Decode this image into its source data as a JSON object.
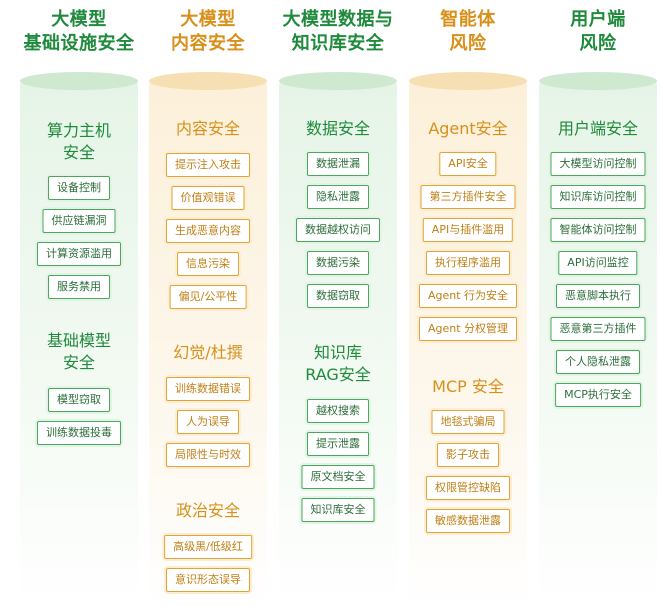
{
  "columns": [
    {
      "title": [
        "大模型",
        "基础设施安全"
      ],
      "color": "#1f8a3c",
      "sections": [
        {
          "title": [
            "算力主机",
            "安全"
          ],
          "items": [
            "设备控制",
            "供应链漏洞",
            "计算资源滥用",
            "服务禁用"
          ]
        },
        {
          "title": [
            "基础模型",
            "安全"
          ],
          "items": [
            "模型窃取",
            "训练数据投毒"
          ]
        }
      ]
    },
    {
      "title": [
        "大模型",
        "内容安全"
      ],
      "color": "#d8901a",
      "sections": [
        {
          "title": [
            "内容安全"
          ],
          "items": [
            "提示注入攻击",
            "价值观错误",
            "生成恶意内容",
            "信息污染",
            "偏见/公平性"
          ]
        },
        {
          "title": [
            "幻觉/杜撰"
          ],
          "items": [
            "训练数据错误",
            "人为误导",
            "局限性与时效"
          ]
        },
        {
          "title": [
            "政治安全"
          ],
          "items": [
            "高级黑/低级红",
            "意识形态误导"
          ]
        }
      ]
    },
    {
      "title": [
        "大模型数据与",
        "知识库安全"
      ],
      "color": "#1f8a3c",
      "sections": [
        {
          "title": [
            "数据安全"
          ],
          "items": [
            "数据泄漏",
            "隐私泄露",
            "数据越权访问",
            "数据污染",
            "数据窃取"
          ]
        },
        {
          "title": [
            "知识库",
            "RAG安全"
          ],
          "items": [
            "越权搜索",
            "提示泄露",
            "原文档安全",
            "知识库安全"
          ]
        }
      ]
    },
    {
      "title": [
        "智能体",
        "风险"
      ],
      "color": "#d8901a",
      "sections": [
        {
          "title": [
            "Agent安全"
          ],
          "items": [
            "API安全",
            "第三方插件安全",
            "API与插件滥用",
            "执行程序滥用",
            "Agent 行为安全",
            "Agent 分权管理"
          ]
        },
        {
          "title": [
            "MCP 安全"
          ],
          "items": [
            "地毯式骗局",
            "影子攻击",
            "权限管控缺陷",
            "敏感数据泄露"
          ]
        }
      ]
    },
    {
      "title": [
        "用户端",
        "风险"
      ],
      "color": "#1f8a3c",
      "sections": [
        {
          "title": [
            "用户端安全"
          ],
          "items": [
            "大模型访问控制",
            "知识库访问控制",
            "智能体访问控制",
            "API访问监控",
            "恶意脚本执行",
            "恶意第三方插件",
            "个人隐私泄露",
            "MCP执行安全"
          ]
        }
      ]
    }
  ]
}
